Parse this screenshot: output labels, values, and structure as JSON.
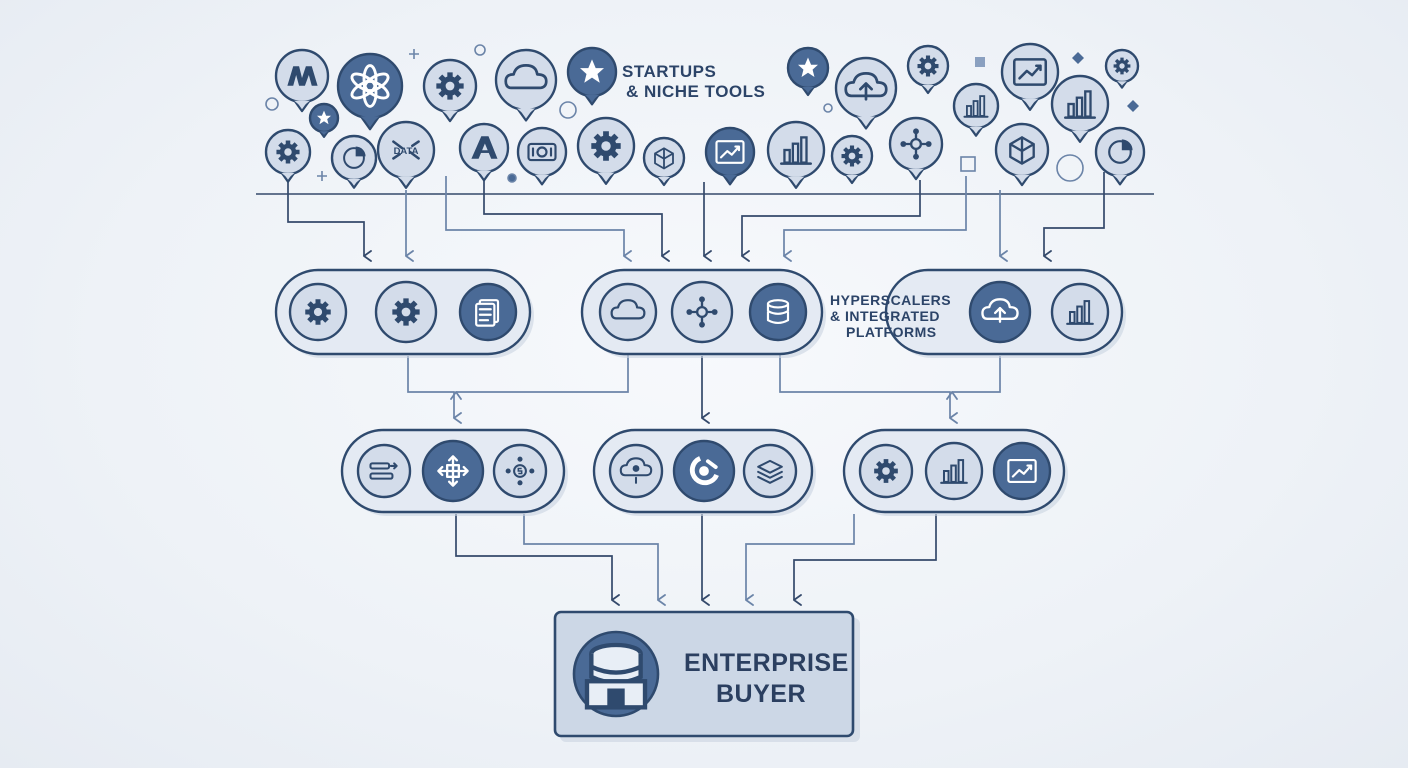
{
  "labels": {
    "startups_line1": "STARTUPS",
    "startups_line2": "& NICHE TOOLS",
    "hyper_line1": "HYPERSCALERS",
    "hyper_line2": "& INTEGRATED",
    "hyper_line3": "PLATFORMS",
    "enterprise_line1": "ENTERPRISE",
    "enterprise_line2": "BUYER"
  },
  "bubble_badge_text": "DATA",
  "colors": {
    "dark_navy": "#2f4a6e",
    "mid_blue": "#4a6a96",
    "light_fill": "#d3dcea",
    "pale_fill": "#e4eaf3",
    "line": "#34496b"
  },
  "top_bubbles": [
    {
      "icon": "letter-m-logo-icon",
      "filled": false
    },
    {
      "icon": "knot-logo-icon",
      "filled": true
    },
    {
      "icon": "gear-icon",
      "filled": false
    },
    {
      "icon": "cloud-icon",
      "filled": false
    },
    {
      "icon": "star-icon",
      "filled": true
    },
    {
      "icon": "star-icon",
      "filled": true
    },
    {
      "icon": "cloud-upload-icon",
      "filled": false
    },
    {
      "icon": "gear-icon",
      "filled": false
    },
    {
      "icon": "trend-line-icon",
      "filled": false
    },
    {
      "icon": "bar-chart-icon",
      "filled": false
    },
    {
      "icon": "gear-icon",
      "filled": false
    },
    {
      "icon": "star-icon",
      "filled": true
    },
    {
      "icon": "gear-icon",
      "filled": false
    },
    {
      "icon": "pie-chart-icon",
      "filled": false
    },
    {
      "icon": "data-badge-icon",
      "filled": false
    },
    {
      "icon": "letter-a-logo-icon",
      "filled": false
    },
    {
      "icon": "money-icon",
      "filled": false
    },
    {
      "icon": "gear-icon",
      "filled": false
    },
    {
      "icon": "cube-icon",
      "filled": false
    },
    {
      "icon": "trend-line-icon",
      "filled": true
    },
    {
      "icon": "bar-chart-icon",
      "filled": false
    },
    {
      "icon": "gear-icon",
      "filled": false
    },
    {
      "icon": "network-icon",
      "filled": false
    },
    {
      "icon": "bar-chart-icon",
      "filled": false
    },
    {
      "icon": "cube-icon",
      "filled": false
    },
    {
      "icon": "pie-chart-icon",
      "filled": false
    }
  ],
  "mid_groups": [
    {
      "icons": [
        "gear-icon",
        "gear-icon",
        "document-stack-icon"
      ]
    },
    {
      "icons": [
        "cloud-icon",
        "network-icon",
        "database-icon"
      ]
    },
    {
      "icons": [
        "cloud-transfer-icon",
        "bar-chart-icon"
      ]
    }
  ],
  "lower_groups": [
    {
      "icons": [
        "flow-blocks-icon",
        "move-arrows-icon",
        "money-network-icon"
      ]
    },
    {
      "icons": [
        "cloud-settings-icon",
        "gear-wrench-icon",
        "stack-layers-icon"
      ]
    },
    {
      "icons": [
        "gear-icon",
        "bar-chart-icon",
        "trend-line-icon"
      ]
    }
  ],
  "enterprise": {
    "icon": "database-building-icon"
  }
}
